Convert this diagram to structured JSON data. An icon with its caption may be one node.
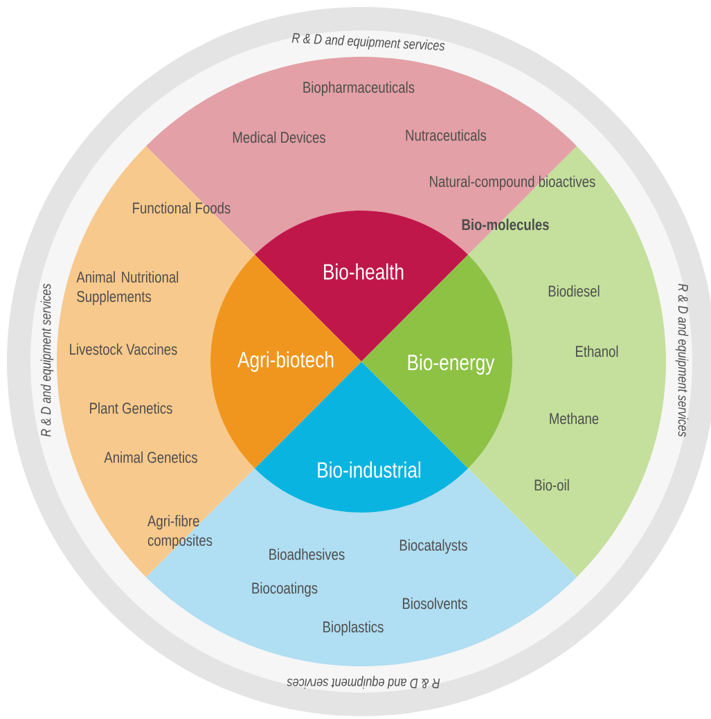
{
  "diagram": {
    "nodes": [
      {
        "text": [
          "Bio-health"
        ]
      },
      {
        "text": [
          "Bio-energy"
        ]
      },
      {
        "text": [
          "Bio-industrial"
        ]
      },
      {
        "text": [
          "Agri-biotech"
        ]
      },
      {
        "text": [
          "Biopharmaceuticals",
          "Medical Devices",
          "Nutraceuticals",
          "Natural-compound bioactives"
        ]
      },
      {
        "text": [
          "Bio-molecules",
          "Biodiesel",
          "Ethanol",
          "Methane",
          "Bio-oil"
        ]
      },
      {
        "text": [
          "Bioadhesives",
          "Biocatalysts",
          "Biocoatings",
          "Biosolvents",
          "Bioplastics"
        ]
      },
      {
        "text": [
          "Functional Foods",
          "Animal Nutritional Supplements",
          "Livestock Vaccines",
          "Plant Genetics",
          "Animal Genetics",
          "Agri-fibre composites"
        ]
      }
    ],
    "edges": [],
    "labels": [
      "R & D and equipment services",
      "R & D and equipment services",
      "R & D and equipment services",
      "R & D and equipment services"
    ]
  }
}
